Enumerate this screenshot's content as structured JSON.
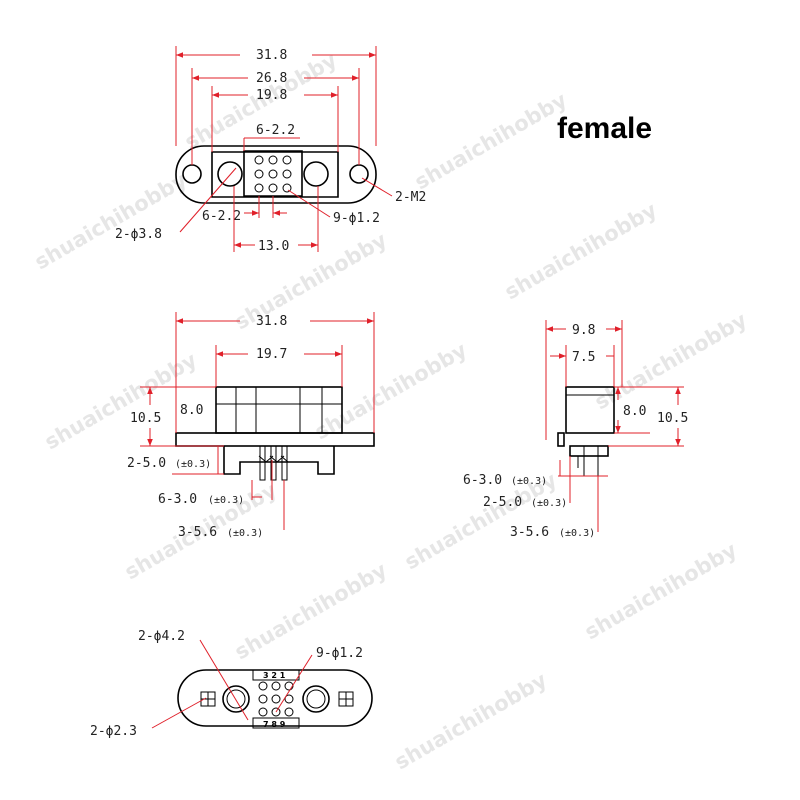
{
  "title": "female",
  "watermark": "shuaichihobby",
  "top_view": {
    "dim_overall": "31.8",
    "dim_holes": "26.8",
    "dim_body": "19.8",
    "dim_pitch_top": "6-2.2",
    "dim_pitch_bottom": "6-2.2",
    "dim_thread": "2-M2",
    "dim_round": "2-ϕ3.8",
    "dim_pins": "9-ϕ1.2",
    "dim_spacing": "13.0"
  },
  "front_view": {
    "dim_overall": "31.8",
    "dim_body": "19.7",
    "dim_height_total": "10.5",
    "dim_height_body": "8.0",
    "dim_a": "2-5.0",
    "dim_a_tol": "(±0.3)",
    "dim_b": "6-3.0",
    "dim_b_tol": "(±0.3)",
    "dim_c": "3-5.6",
    "dim_c_tol": "(±0.3)"
  },
  "side_view": {
    "dim_overall": "9.8",
    "dim_body": "7.5",
    "dim_height_body": "8.0",
    "dim_height_total": "10.5",
    "dim_b": "6-3.0",
    "dim_b_tol": "(±0.3)",
    "dim_a": "2-5.0",
    "dim_a_tol": "(±0.3)",
    "dim_c": "3-5.6",
    "dim_c_tol": "(±0.3)"
  },
  "bottom_view": {
    "dim_holes": "2-ϕ4.2",
    "dim_pins": "9-ϕ1.2",
    "dim_small": "2-ϕ2.3",
    "pin_row_top": "3 2 1",
    "pin_row_bottom": "7 8 9"
  }
}
